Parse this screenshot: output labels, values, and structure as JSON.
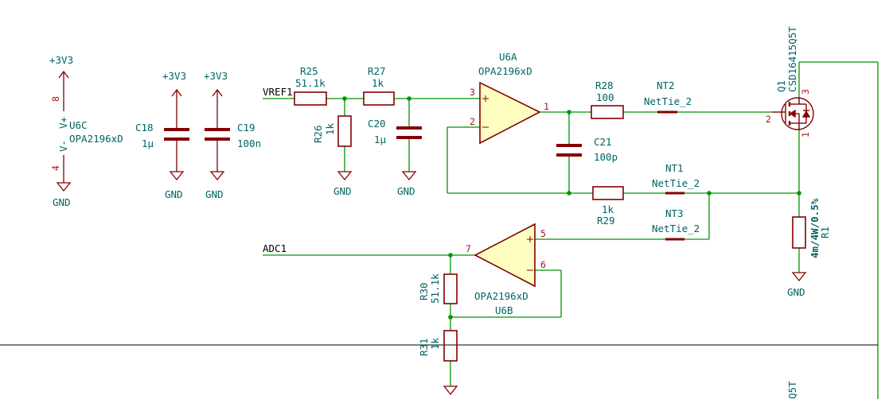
{
  "colors": {
    "wire": "#009600",
    "component": "#840000",
    "component_fill": "#ffffc2",
    "text": "#006464",
    "pin_number": "#a01616",
    "junction": "#009600",
    "sheet_border": "#000000",
    "background": "#ffffff"
  },
  "power": {
    "u6c_vcc": "+3V3",
    "u6c_gnd": "GND",
    "c18_vcc": "+3V3",
    "c18_gnd": "GND",
    "c19_vcc": "+3V3",
    "c19_gnd": "GND",
    "r26_gnd": "GND",
    "c20_gnd": "GND",
    "r1_gnd": "GND"
  },
  "u6c": {
    "ref": "U6C",
    "value": "OPA2196xD",
    "pin_vplus_name": "V+",
    "pin_vminus_name": "V-",
    "pin_vplus": "8",
    "pin_vminus": "4"
  },
  "c18": {
    "ref": "C18",
    "value": "1µ"
  },
  "c19": {
    "ref": "C19",
    "value": "100n"
  },
  "net_labels": {
    "vref": "VREF1",
    "adc": "ADC1"
  },
  "r25": {
    "ref": "R25",
    "value": "51.1k"
  },
  "r27": {
    "ref": "R27",
    "value": "1k"
  },
  "r26": {
    "ref": "R26",
    "value": "1k"
  },
  "c20": {
    "ref": "C20",
    "value": "1µ"
  },
  "u6a": {
    "ref": "U6A",
    "value": "OPA2196xD",
    "pin_plus": "3",
    "pin_minus": "2",
    "pin_out": "1"
  },
  "r28": {
    "ref": "R28",
    "value": "100"
  },
  "nt2": {
    "ref": "NT2",
    "value": "NetTie_2"
  },
  "c21": {
    "ref": "C21",
    "value": "100p"
  },
  "r29": {
    "ref": "R29",
    "value": "1k"
  },
  "nt1": {
    "ref": "NT1",
    "value": "NetTie_2"
  },
  "nt3": {
    "ref": "NT3",
    "value": "NetTie_2"
  },
  "q1": {
    "ref": "Q1",
    "value": "CSD16415Q5T",
    "pin_gate": "2",
    "pin_drain": "3",
    "pin_source": "1"
  },
  "r1": {
    "ref": "R1",
    "value": "4m/4W/0.5%"
  },
  "u6b": {
    "ref": "U6B",
    "value": "OPA2196xD",
    "pin_plus": "5",
    "pin_minus": "6",
    "pin_out": "7"
  },
  "r30": {
    "ref": "R30",
    "value": "51.1k"
  },
  "r31": {
    "ref": "R31",
    "value": "1k"
  },
  "bottom_cut_label": "Q5T"
}
